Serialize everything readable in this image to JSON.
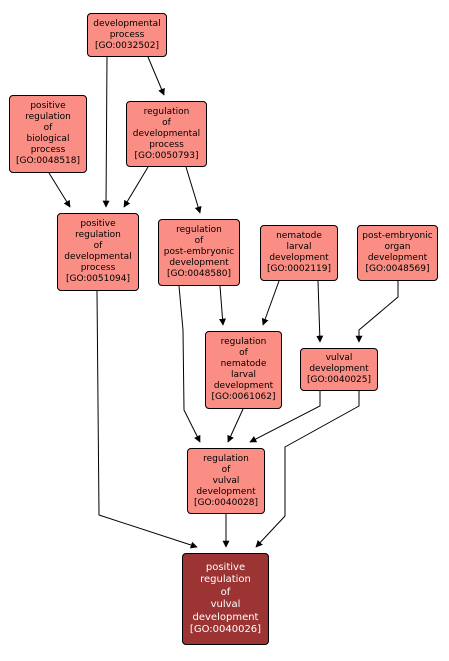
{
  "colors": {
    "node_fill": "#fa8e84",
    "target_fill": "#9c3434",
    "border": "#000000",
    "edge": "#000000"
  },
  "nodes": [
    {
      "id": "n-0032502",
      "lines": [
        "developmental",
        "process",
        "[GO:0032502]"
      ]
    },
    {
      "id": "n-0048518",
      "lines": [
        "positive",
        "regulation",
        "of",
        "biological",
        "process",
        "[GO:0048518]"
      ]
    },
    {
      "id": "n-0050793",
      "lines": [
        "regulation",
        "of",
        "developmental",
        "process",
        "[GO:0050793]"
      ]
    },
    {
      "id": "n-0051094",
      "lines": [
        "positive",
        "regulation",
        "of",
        "developmental",
        "process",
        "[GO:0051094]"
      ]
    },
    {
      "id": "n-0048580",
      "lines": [
        "regulation",
        "of",
        "post-embryonic",
        "development",
        "[GO:0048580]"
      ]
    },
    {
      "id": "n-0002119",
      "lines": [
        "nematode",
        "larval",
        "development",
        "[GO:0002119]"
      ]
    },
    {
      "id": "n-0048569",
      "lines": [
        "post-embryonic",
        "organ",
        "development",
        "[GO:0048569]"
      ]
    },
    {
      "id": "n-0061062",
      "lines": [
        "regulation",
        "of",
        "nematode",
        "larval",
        "development",
        "[GO:0061062]"
      ]
    },
    {
      "id": "n-0040025",
      "lines": [
        "vulval",
        "development",
        "[GO:0040025]"
      ]
    },
    {
      "id": "n-0040028",
      "lines": [
        "regulation",
        "of",
        "vulval",
        "development",
        "[GO:0040028]"
      ]
    },
    {
      "id": "n-target",
      "lines": [
        "positive",
        "regulation",
        "of",
        "vulval",
        "development",
        "[GO:0040026]"
      ]
    }
  ],
  "edges": [
    {
      "from": "n-0032502",
      "to": "n-0050793"
    },
    {
      "from": "n-0032502",
      "to": "n-0051094"
    },
    {
      "from": "n-0048518",
      "to": "n-0051094"
    },
    {
      "from": "n-0050793",
      "to": "n-0051094"
    },
    {
      "from": "n-0050793",
      "to": "n-0048580"
    },
    {
      "from": "n-0048580",
      "to": "n-0061062"
    },
    {
      "from": "n-0002119",
      "to": "n-0061062"
    },
    {
      "from": "n-0002119",
      "to": "n-0040025"
    },
    {
      "from": "n-0048569",
      "to": "n-0040025"
    },
    {
      "from": "n-0048580",
      "to": "n-0040028"
    },
    {
      "from": "n-0061062",
      "to": "n-0040028"
    },
    {
      "from": "n-0040025",
      "to": "n-0040028"
    },
    {
      "from": "n-0051094",
      "to": "n-target"
    },
    {
      "from": "n-0040028",
      "to": "n-target"
    },
    {
      "from": "n-0040025",
      "to": "n-target"
    }
  ]
}
